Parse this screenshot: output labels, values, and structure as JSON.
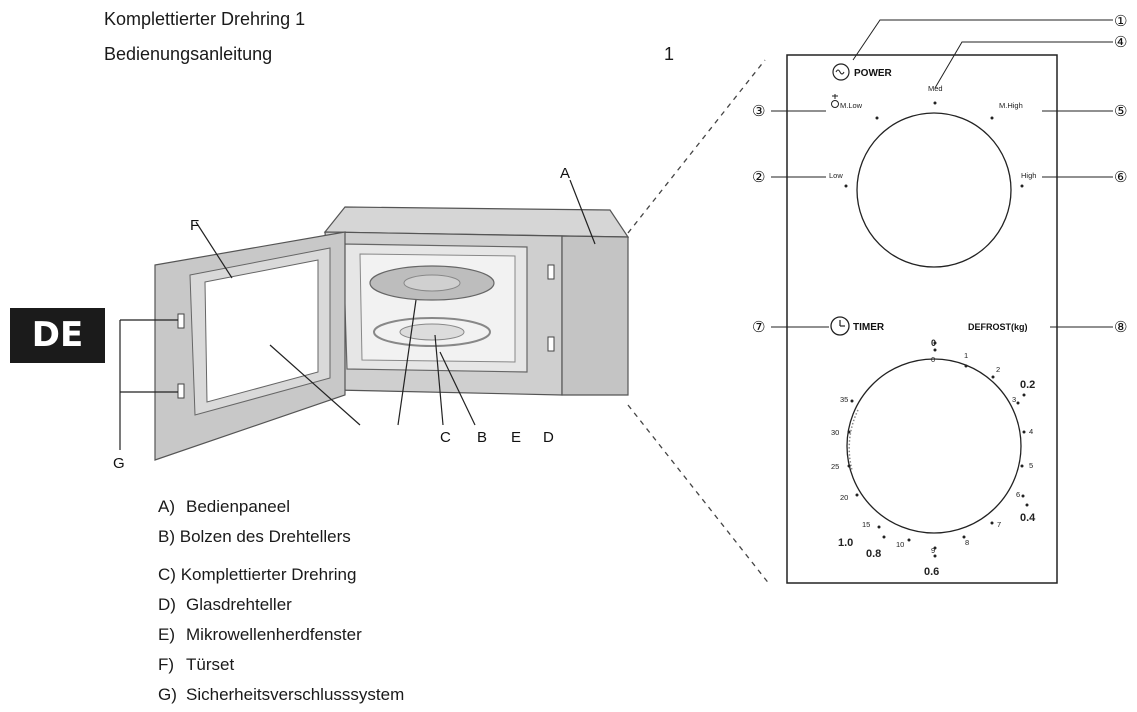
{
  "header": {
    "line1_text": "Komplettierter Drehring",
    "line1_qty": "1",
    "line2_text": "Bedienungsanleitung",
    "line2_qty": "1"
  },
  "badge": "DE",
  "microwave": {
    "callouts": {
      "A": "A",
      "B": "B",
      "C": "C",
      "D": "D",
      "E": "E",
      "F": "F",
      "G": "G"
    }
  },
  "legend": [
    {
      "key": "A)",
      "label": "Bedienpaneel"
    },
    {
      "key": "B)",
      "label": "Bolzen des Drehtellers"
    },
    {
      "key": "C)",
      "label": "Komplettierter Drehring"
    },
    {
      "key": "D)",
      "label": "Glasdrehteller"
    },
    {
      "key": "E)",
      "label": "Mikrowellenherdfenster"
    },
    {
      "key": "F)",
      "label": "Türset"
    },
    {
      "key": "G)",
      "label": "Sicherheitsverschlusssystem"
    }
  ],
  "panel": {
    "power_label": "POWER",
    "timer_label": "TIMER",
    "defrost_label": "DEFROST(kg)",
    "power_levels": {
      "med": "Med",
      "mlow": "M.Low",
      "mhigh": "M.High",
      "low": "Low",
      "high": "High"
    },
    "callout_numbers": [
      "①",
      "②",
      "③",
      "④",
      "⑤",
      "⑥",
      "⑦",
      "⑧"
    ],
    "timer_marks": {
      "t0": "0",
      "t1": "1",
      "t2": "2",
      "t3": "3",
      "t4": "4",
      "t5": "5",
      "t6": "6",
      "t7": "7",
      "t8": "8",
      "t9": "9",
      "t10": "10",
      "t15": "15",
      "t20": "20",
      "t25": "25",
      "t30": "30",
      "t35": "35"
    },
    "defrost_marks": {
      "d02": "0.2",
      "d04": "0.4",
      "d06": "0.6",
      "d08": "0.8",
      "d10": "1.0"
    }
  }
}
